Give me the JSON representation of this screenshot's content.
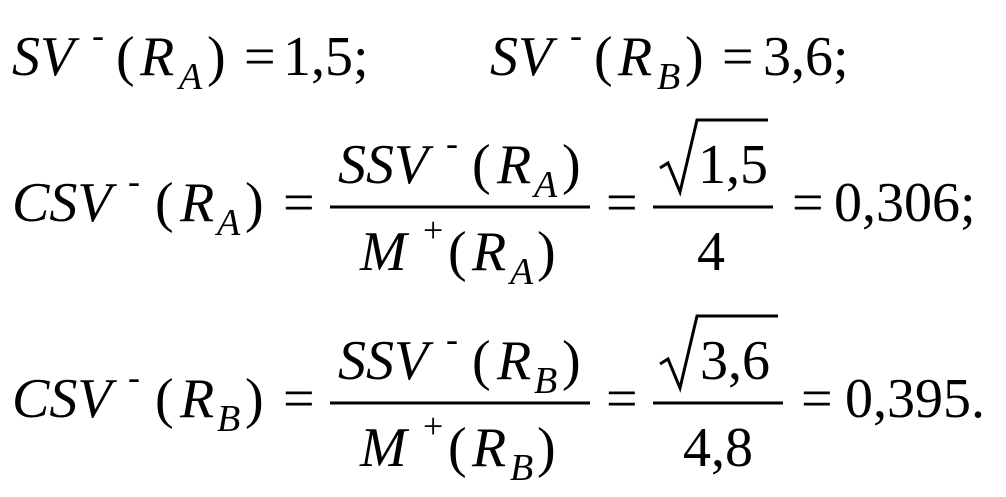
{
  "formula": {
    "line1": {
      "left": {
        "fn": "SV",
        "sup": "-",
        "open": "(",
        "var": "R",
        "sub": "A",
        "close": ")",
        "eq": "=",
        "value": "1,5;"
      },
      "right": {
        "fn": "SV",
        "sup": "-",
        "open": "(",
        "var": "R",
        "sub": "B",
        "close": ")",
        "eq": "=",
        "value": "3,6;"
      }
    },
    "line2": {
      "lhs_fn": "CSV",
      "lhs_sup": "-",
      "lhs_open": "(",
      "lhs_var": "R",
      "lhs_sub": "A",
      "lhs_close": ")",
      "eq1": "=",
      "num_fn": "SSV",
      "num_sup": "-",
      "num_open": "(",
      "num_var": "R",
      "num_sub": "A",
      "num_close": ")",
      "den_fn": "M",
      "den_sup": "+",
      "den_open": "(",
      "den_var": "R",
      "den_sub": "A",
      "den_close": ")",
      "eq2": "=",
      "sqrt_arg": "1,5",
      "frac_den": "4",
      "eq3": "=",
      "result": "0,306;"
    },
    "line3": {
      "lhs_fn": "CSV",
      "lhs_sup": "-",
      "lhs_open": "(",
      "lhs_var": "R",
      "lhs_sub": "B",
      "lhs_close": ")",
      "eq1": "=",
      "num_fn": "SSV",
      "num_sup": "-",
      "num_open": "(",
      "num_var": "R",
      "num_sub": "B",
      "num_close": ")",
      "den_fn": "M",
      "den_sup": "+",
      "den_open": "(",
      "den_var": "R",
      "den_sub": "B",
      "den_close": ")",
      "eq2": "=",
      "sqrt_arg": "3,6",
      "frac_den": "4,8",
      "eq3": "=",
      "result": "0,395."
    }
  }
}
